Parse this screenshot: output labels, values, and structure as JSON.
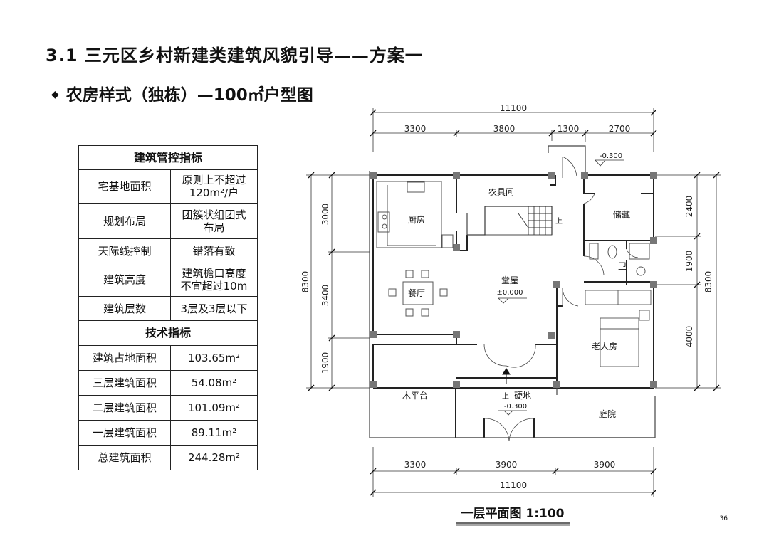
{
  "page": {
    "title": "3.1  三元区乡村新建类建筑风貌引导——方案一",
    "subtitle": "农房样式（独栋）—100㎡户型图",
    "page_number": "36"
  },
  "control_table": {
    "header": "建筑管控指标",
    "rows": [
      {
        "label": "宅基地面积",
        "value": "原则上不超过\n120m²/户"
      },
      {
        "label": "规划布局",
        "value": "团簇状组团式\n布局"
      },
      {
        "label": "天际线控制",
        "value": "错落有致"
      },
      {
        "label": "建筑高度",
        "value": "建筑檐口高度\n不宜超过10m"
      },
      {
        "label": "建筑层数",
        "value": "3层及3层以下"
      }
    ]
  },
  "tech_table": {
    "header": "技术指标",
    "rows": [
      {
        "label": "建筑占地面积",
        "value": "103.65m²"
      },
      {
        "label": "三层建筑面积",
        "value": "54.08m²"
      },
      {
        "label": "二层建筑面积",
        "value": "101.09m²"
      },
      {
        "label": "一层建筑面积",
        "value": "89.11m²"
      },
      {
        "label": "总建筑面积",
        "value": "244.28m²"
      }
    ]
  },
  "floor_plan": {
    "caption": "一层平面图 1:100",
    "dims_top_total": "11100",
    "dims_top": [
      "3300",
      "3800",
      "1300",
      "2700"
    ],
    "dims_bottom": [
      "3300",
      "3900",
      "3900"
    ],
    "dims_bottom_total": "11100",
    "dims_left_total": "8300",
    "dims_left": [
      "3000",
      "3400",
      "1900"
    ],
    "dims_right_total": "8300",
    "dims_right": [
      "2400",
      "1900",
      "4000"
    ],
    "rooms": {
      "kitchen": "厨房",
      "tool_room": "农具间",
      "storage": "储藏",
      "bathroom": "卫",
      "dining": "餐厅",
      "hall": "堂屋",
      "hall_level": "±0.000",
      "elder_room": "老人房",
      "deck": "木平台",
      "hard_ground": "硬地",
      "hard_level": "-0.300",
      "yard": "庭院",
      "top_level": "-0.300",
      "up_stair": "上",
      "up_front": "上"
    }
  }
}
